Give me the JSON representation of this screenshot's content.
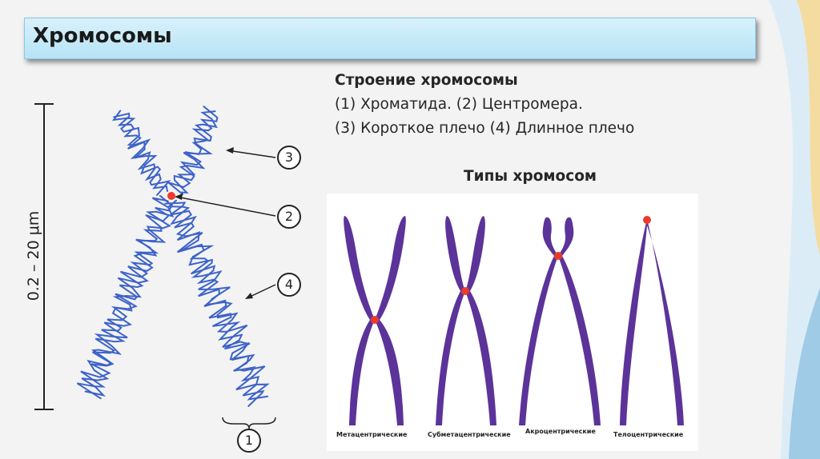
{
  "title": "Хромосомы",
  "structure": {
    "heading": "Строение хромосомы",
    "line1": "(1) Хроматида. (2) Центромера.",
    "line2": "(3) Короткое плечо (4) Длинное плечо"
  },
  "scale_label": "0.2 – 20 μm",
  "callouts": [
    "1",
    "2",
    "3",
    "4"
  ],
  "types": {
    "title": "Типы хромосом",
    "labels": [
      "Метацентрические",
      "Субметацентрические",
      "Акроцентрические",
      "Телоцентрические"
    ]
  },
  "colors": {
    "chromosome_coil": "#3d63c9",
    "chromosome_type": "#5b3399",
    "centromere": "#ee3a2a",
    "title_bar": "#c4e8f8"
  }
}
